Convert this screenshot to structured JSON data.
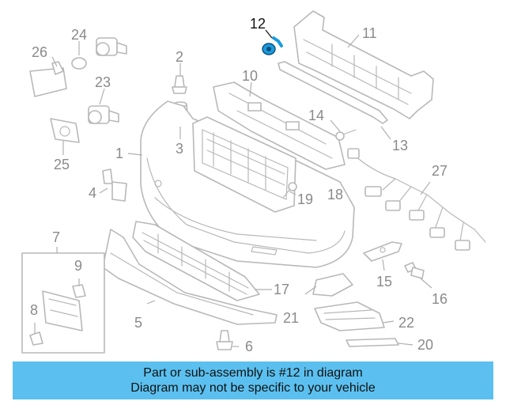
{
  "diagram": {
    "highlight_color": "#1a9bdf",
    "callouts": [
      {
        "id": "n1",
        "label": "1"
      },
      {
        "id": "n2",
        "label": "2"
      },
      {
        "id": "n3",
        "label": "3"
      },
      {
        "id": "n4",
        "label": "4"
      },
      {
        "id": "n5",
        "label": "5"
      },
      {
        "id": "n6",
        "label": "6"
      },
      {
        "id": "n7",
        "label": "7"
      },
      {
        "id": "n8",
        "label": "8"
      },
      {
        "id": "n9",
        "label": "9"
      },
      {
        "id": "n10",
        "label": "10"
      },
      {
        "id": "n11",
        "label": "11"
      },
      {
        "id": "n12",
        "label": "12"
      },
      {
        "id": "n13",
        "label": "13"
      },
      {
        "id": "n14",
        "label": "14"
      },
      {
        "id": "n15",
        "label": "15"
      },
      {
        "id": "n16",
        "label": "16"
      },
      {
        "id": "n17",
        "label": "17"
      },
      {
        "id": "n18",
        "label": "18"
      },
      {
        "id": "n19",
        "label": "19"
      },
      {
        "id": "n20",
        "label": "20"
      },
      {
        "id": "n21",
        "label": "21"
      },
      {
        "id": "n22",
        "label": "22"
      },
      {
        "id": "n23",
        "label": "23"
      },
      {
        "id": "n24",
        "label": "24"
      },
      {
        "id": "n25",
        "label": "25"
      },
      {
        "id": "n26",
        "label": "26"
      },
      {
        "id": "n27",
        "label": "27"
      }
    ]
  },
  "banner": {
    "background": "#5bc0ef",
    "line1": "Part or sub-assembly is #12 in diagram",
    "line2": "Diagram may not be specific to your vehicle"
  }
}
